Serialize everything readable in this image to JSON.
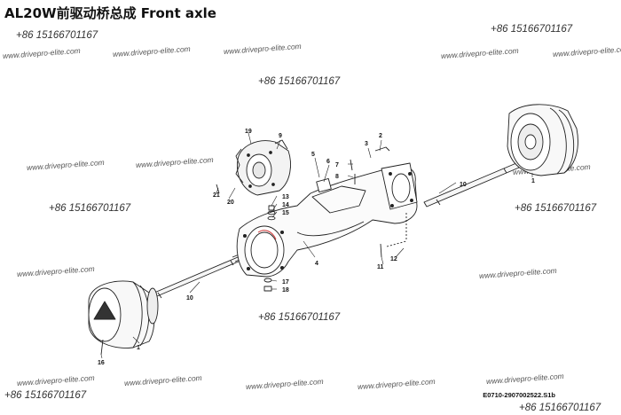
{
  "title": "AL20W前驱动桥总成  Front axle",
  "drawing_code": "E0710-2907002522.S1b",
  "watermarks": {
    "phone": "+86 15166701167",
    "url": "www.drivepro-elite.com"
  },
  "callouts": [
    "1",
    "2",
    "3",
    "4",
    "5",
    "6",
    "7",
    "8",
    "9",
    "10",
    "11",
    "12",
    "13",
    "14",
    "15",
    "16",
    "17",
    "18",
    "19",
    "20",
    "21",
    "1",
    "10"
  ]
}
